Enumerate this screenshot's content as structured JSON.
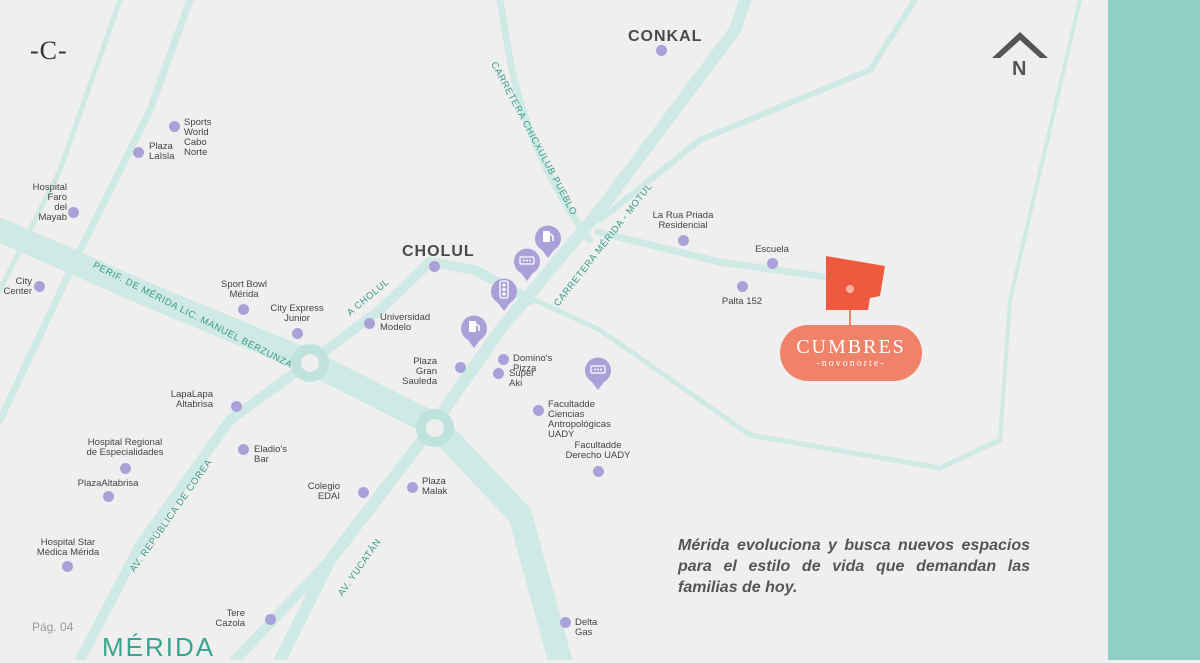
{
  "brand": {
    "logo_text": "-C-"
  },
  "compass": {
    "label": "N"
  },
  "page_number": "Pág. 04",
  "city_label": "MÉRIDA",
  "towns": [
    {
      "id": "conkal",
      "label": "CONKAL"
    },
    {
      "id": "cholul",
      "label": "CHOLUL"
    }
  ],
  "road_labels": [
    {
      "id": "carretera-chicxulub",
      "label": "CARRETERA CHICXULUB PUEBLO"
    },
    {
      "id": "carretera-motul",
      "label": "CARRETERA  MÉRIDA - MOTUL"
    },
    {
      "id": "periferico",
      "label": "PERIF. DE MÉRIDA LIC. MANUEL BERZUNZA"
    },
    {
      "id": "a-cholul",
      "label": "A CHOLUL"
    },
    {
      "id": "av-republica",
      "label": "AV. REPÚBLICA DE COREA"
    },
    {
      "id": "av-yucatan",
      "label": "AV. YUCATÁN"
    }
  ],
  "pois": [
    {
      "id": "sports-world",
      "label": "Sports World\nCabo Norte"
    },
    {
      "id": "plaza-la-isla",
      "label": "Plaza\nLaIsla"
    },
    {
      "id": "hospital-faro",
      "label": "Hospital\nFaro del Mayab"
    },
    {
      "id": "city-center",
      "label": "City\nCenter"
    },
    {
      "id": "sport-bowl",
      "label": "Sport Bowl\nMérida"
    },
    {
      "id": "city-express",
      "label": "City Express\nJunior"
    },
    {
      "id": "universidad-modelo",
      "label": "Universidad\nModelo"
    },
    {
      "id": "plaza-gran-sauleda",
      "label": "Plaza Gran\nSauleda"
    },
    {
      "id": "dominos",
      "label": "Domino's Pizza"
    },
    {
      "id": "super-aki",
      "label": "Súper Aki"
    },
    {
      "id": "la-rua",
      "label": "La Rua Priada\nResidencial"
    },
    {
      "id": "escuela",
      "label": "Escuela"
    },
    {
      "id": "palta",
      "label": "Palta 152"
    },
    {
      "id": "facultad-antropologicas",
      "label": "Facultadde Ciencias\nAntropológicas UADY"
    },
    {
      "id": "facultad-derecho",
      "label": "Facultadde\nDerecho UADY"
    },
    {
      "id": "lapalapa",
      "label": "LapaLapa\nAltabrisa"
    },
    {
      "id": "eladios",
      "label": "Eladio's Bar"
    },
    {
      "id": "hospital-regional",
      "label": "Hospital Regional\nde Especialidades"
    },
    {
      "id": "plaza-altabrisa",
      "label": "PlazaAltabrisa"
    },
    {
      "id": "colegio-edai",
      "label": "Colegio\nEDAI"
    },
    {
      "id": "plaza-malak",
      "label": "Plaza\nMalak"
    },
    {
      "id": "hospital-star",
      "label": "Hospital Star\nMédica Mérida"
    },
    {
      "id": "tere-cazola",
      "label": "Tere\nCazola"
    },
    {
      "id": "delta-gas",
      "label": "Delta Gas"
    }
  ],
  "markers": [
    {
      "id": "gas-station-1",
      "icon": "gas-pump-icon"
    },
    {
      "id": "store-1",
      "icon": "store-icon"
    },
    {
      "id": "traffic-light",
      "icon": "traffic-light-icon"
    },
    {
      "id": "gas-station-2",
      "icon": "gas-pump-icon"
    },
    {
      "id": "store-2",
      "icon": "store-icon"
    }
  ],
  "development": {
    "name": "CUMBRES",
    "subtitle": "-novonorte-",
    "color": "#ef5a3e",
    "pill_color": "#f0826a"
  },
  "tagline": "Mérida evoluciona y busca nuevos espacios para el estilo de vida que demandan las familias de hoy.",
  "colors": {
    "road": "#cfe9e4",
    "road_main": "#bfe3dc",
    "poi": "#a9a2d8",
    "sidebar": "#8fcfc6",
    "accent": "#3aa58e"
  }
}
